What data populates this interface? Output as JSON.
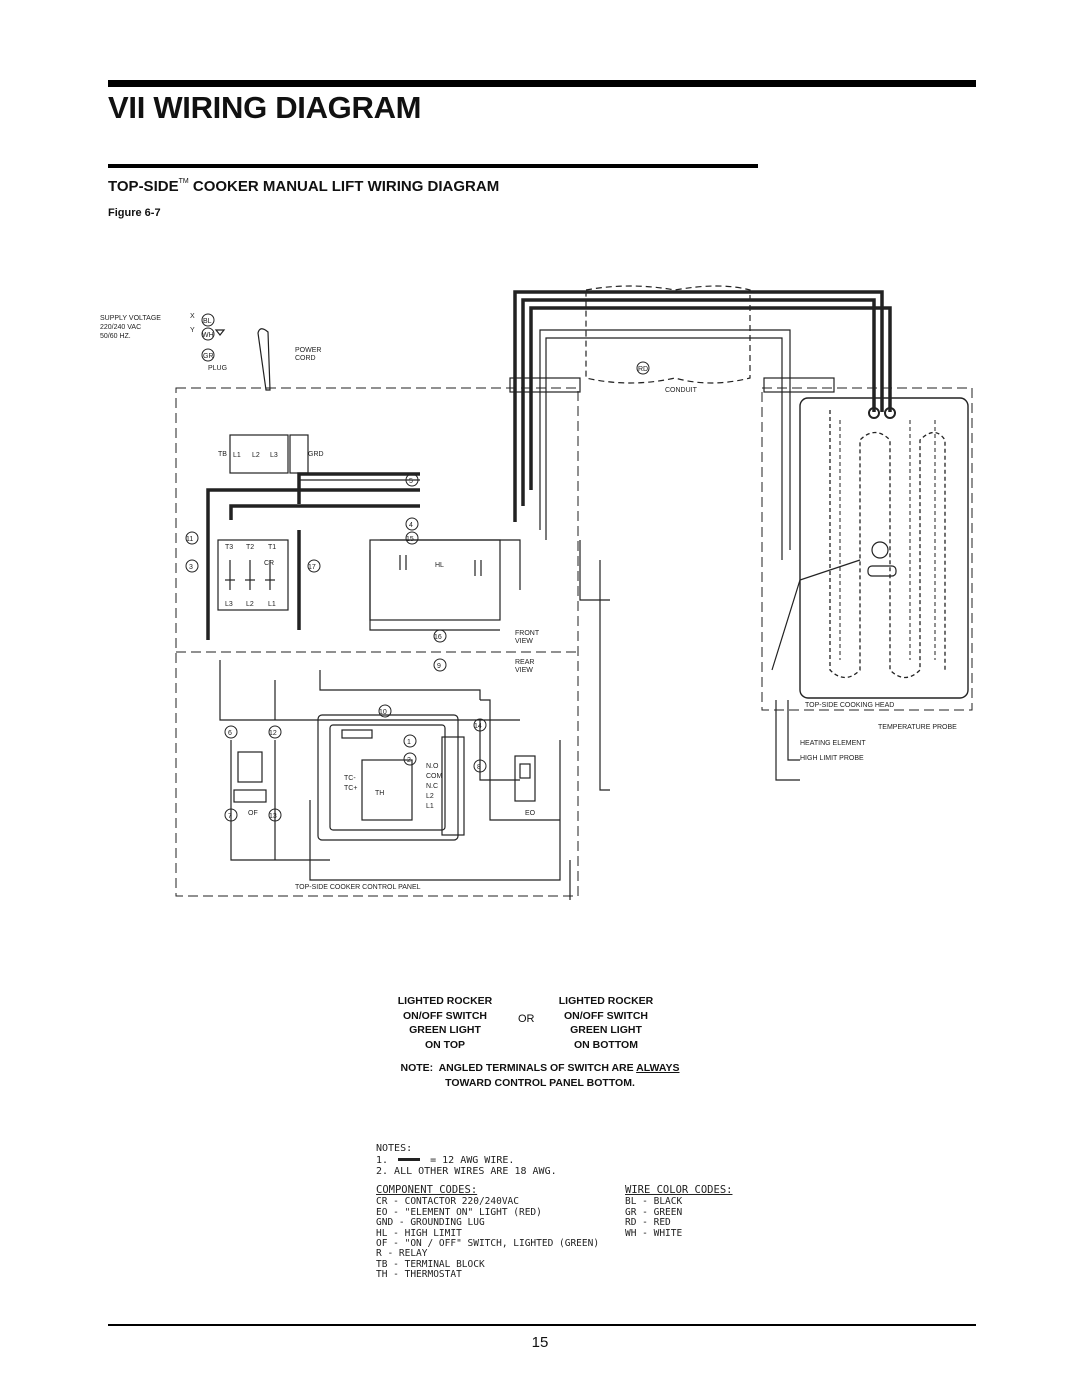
{
  "header": {
    "section_title": "VII WIRING DIAGRAM",
    "subtitle_main": "TOP-SIDE",
    "subtitle_tm": "TM",
    "subtitle_rest": " COOKER MANUAL LIFT WIRING DIAGRAM",
    "figure_label": "Figure 6-7"
  },
  "diagram": {
    "supply": [
      "SUPPLY VOLTAGE",
      "220/240 VAC",
      "50/60 HZ."
    ],
    "supply_terms": [
      "X",
      "Y"
    ],
    "plug": "PLUG",
    "power_cord": [
      "POWER",
      "CORD"
    ],
    "conduit": "CONDUIT",
    "tb_label": "TB",
    "tb_terms": [
      "L1",
      "L2",
      "L3"
    ],
    "grd": "GRD",
    "cr": "CR",
    "cr_top": [
      "T3",
      "T2",
      "T1"
    ],
    "cr_bottom": [
      "L3",
      "L2",
      "L1"
    ],
    "hl": "HL",
    "th": "TH",
    "of": "OF",
    "eo": "EO",
    "front_view": [
      "FRONT",
      "VIEW"
    ],
    "rear_view": [
      "REAR",
      "VIEW"
    ],
    "control_panel": "TOP-SIDE COOKER CONTROL PANEL",
    "cooking_head": "TOP-SIDE COOKING HEAD",
    "temperature_probe": "TEMPERATURE PROBE",
    "heating_element": "HEATING ELEMENT",
    "high_limit_probe": "HIGH LIMIT PROBE",
    "th_terms": [
      "N.O",
      "COM",
      "N.C",
      "L2",
      "L1"
    ],
    "tc_terms": [
      "TC-",
      "TC+"
    ],
    "wire_tags": [
      "BL",
      "WH",
      "GR",
      "RD"
    ],
    "wire_numbers": [
      "1",
      "2",
      "3",
      "4",
      "5",
      "6",
      "7",
      "8",
      "9",
      "10",
      "11",
      "12",
      "13",
      "14",
      "15",
      "16",
      "17"
    ]
  },
  "switch_note": {
    "left": [
      "LIGHTED ROCKER",
      "ON/OFF SWITCH",
      "GREEN LIGHT",
      "ON TOP"
    ],
    "or": "OR",
    "right": [
      "LIGHTED ROCKER",
      "ON/OFF SWITCH",
      "GREEN LIGHT",
      "ON BOTTOM"
    ],
    "note_prefix": "NOTE:  ANGLED TERMINALS OF SWITCH ARE ",
    "note_emph": "ALWAYS",
    "note_line2": "TOWARD CONTROL PANEL BOTTOM."
  },
  "legend": {
    "notes_title": "NOTES:",
    "note1_prefix": "1.",
    "note1_suffix": "= 12 AWG WIRE.",
    "note2": "2. ALL OTHER WIRES ARE 18 AWG.",
    "component_title": "COMPONENT CODES:",
    "components": [
      "CR - CONTACTOR 220/240VAC",
      "EO - \"ELEMENT ON\" LIGHT (RED)",
      "GND - GROUNDING LUG",
      "HL - HIGH LIMIT",
      "OF - \"ON / OFF\" SWITCH, LIGHTED (GREEN)",
      "R - RELAY",
      "TB - TERMINAL BLOCK",
      "TH - THERMOSTAT"
    ],
    "wire_title": "WIRE COLOR CODES:",
    "wires": [
      "BL - BLACK",
      "GR - GREEN",
      "RD - RED",
      "WH - WHITE"
    ]
  },
  "footer": {
    "page_number": "15"
  }
}
